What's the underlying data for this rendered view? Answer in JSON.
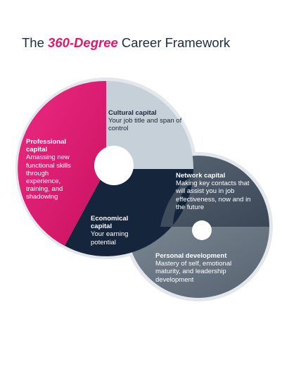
{
  "title": {
    "prefix": "The ",
    "highlight": "360-Degree",
    "suffix": " Career Framework"
  },
  "colors": {
    "professional": "#e0176f",
    "cultural": "#c6d0d8",
    "economical": "#15263c",
    "network": "#4a5868",
    "personal": "#6b7885",
    "outline": "#dfe3e7"
  },
  "segments": {
    "cultural": {
      "heading": "Cultural capital",
      "body": "Your job title and span of control"
    },
    "professional": {
      "heading": "Professional capital",
      "body": "Amassing new functional skills through experience, training, and shadowing"
    },
    "economical": {
      "heading": "Economical capital",
      "body": "Your earning potential"
    },
    "network": {
      "heading": "Network capital",
      "body": "Making key contacts that will assist you in job effectiveness, now and in the future"
    },
    "personal": {
      "heading": "Personal development",
      "body": "Mastery of self, emotional maturity, and leadership development"
    }
  }
}
